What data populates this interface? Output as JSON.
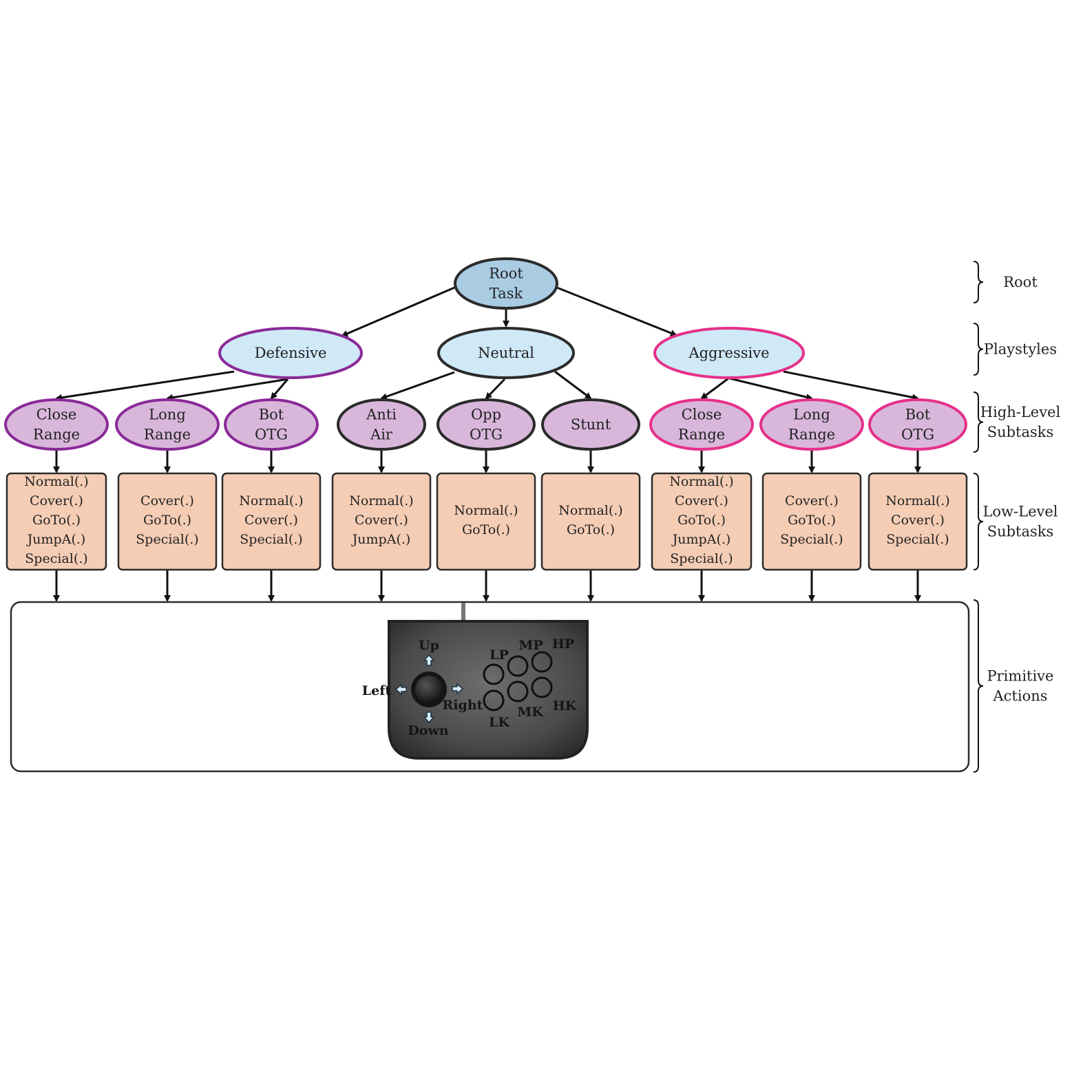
{
  "colors": {
    "root_fill": "#a9cce3",
    "playstyle_fill": "#cfe9f7",
    "subtask_fill": "#d9b7db",
    "lowlevel_fill": "#f5cdb5",
    "border_dark": "#2b2b2b",
    "border_purple": "#8a2a98",
    "border_pink": "#e6308a",
    "controller_body": "#4a4a4a"
  },
  "root": {
    "lines": [
      "Root",
      "Task"
    ]
  },
  "playstyles": [
    {
      "id": "defensive",
      "label": "Defensive",
      "border": "purple"
    },
    {
      "id": "neutral",
      "label": "Neutral",
      "border": "dark"
    },
    {
      "id": "aggressive",
      "label": "Aggressive",
      "border": "pink"
    }
  ],
  "high_level": [
    {
      "parent": "defensive",
      "lines": [
        "Close",
        "Range"
      ],
      "border": "purple"
    },
    {
      "parent": "defensive",
      "lines": [
        "Long",
        "Range"
      ],
      "border": "purple"
    },
    {
      "parent": "defensive",
      "lines": [
        "Bot",
        "OTG"
      ],
      "border": "purple"
    },
    {
      "parent": "neutral",
      "lines": [
        "Anti",
        "Air"
      ],
      "border": "dark"
    },
    {
      "parent": "neutral",
      "lines": [
        "Opp",
        "OTG"
      ],
      "border": "dark"
    },
    {
      "parent": "neutral",
      "lines": [
        "Stunt"
      ],
      "border": "dark"
    },
    {
      "parent": "aggressive",
      "lines": [
        "Close",
        "Range"
      ],
      "border": "pink"
    },
    {
      "parent": "aggressive",
      "lines": [
        "Long",
        "Range"
      ],
      "border": "pink"
    },
    {
      "parent": "aggressive",
      "lines": [
        "Bot",
        "OTG"
      ],
      "border": "pink"
    }
  ],
  "low_level": [
    [
      "Normal(.)",
      "Cover(.)",
      "GoTo(.)",
      "JumpA(.)",
      "Special(.)"
    ],
    [
      "Cover(.)",
      "GoTo(.)",
      "Special(.)"
    ],
    [
      "Normal(.)",
      "Cover(.)",
      "Special(.)"
    ],
    [
      "Normal(.)",
      "Cover(.)",
      "JumpA(.)"
    ],
    [
      "Normal(.)",
      "GoTo(.)"
    ],
    [
      "Normal(.)",
      "GoTo(.)"
    ],
    [
      "Normal(.)",
      "Cover(.)",
      "GoTo(.)",
      "JumpA(.)",
      "Special(.)"
    ],
    [
      "Cover(.)",
      "GoTo(.)",
      "Special(.)"
    ],
    [
      "Normal(.)",
      "Cover(.)",
      "Special(.)"
    ]
  ],
  "levels": [
    {
      "id": "root",
      "lines": [
        "Root"
      ]
    },
    {
      "id": "playstyles",
      "lines": [
        "Playstyles"
      ]
    },
    {
      "id": "high",
      "lines": [
        "High-Level",
        "Subtasks"
      ]
    },
    {
      "id": "low",
      "lines": [
        "Low-Level",
        "Subtasks"
      ]
    },
    {
      "id": "primitive",
      "lines": [
        "Primitive",
        "Actions"
      ]
    }
  ],
  "controller": {
    "directions": {
      "up": "Up",
      "down": "Down",
      "left": "Left",
      "right": "Right"
    },
    "buttons": [
      "LP",
      "MP",
      "HP",
      "LK",
      "MK",
      "HK"
    ]
  }
}
